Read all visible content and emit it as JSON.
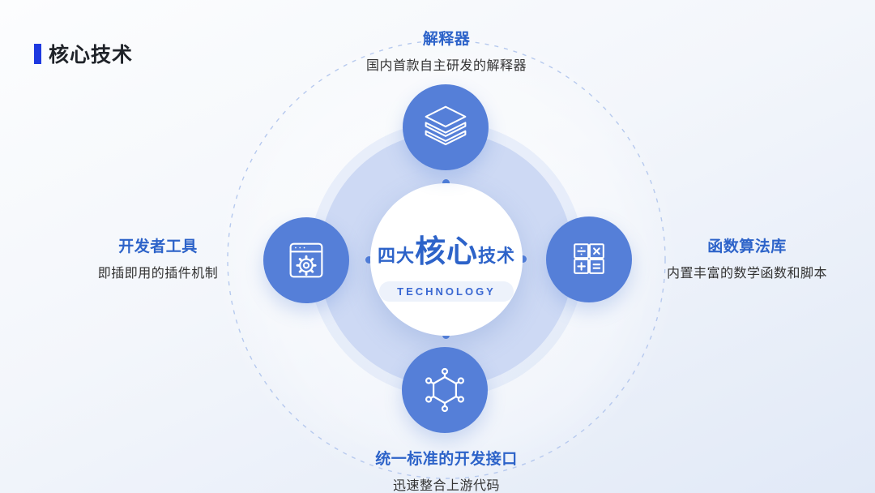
{
  "header": {
    "title": "核心技术"
  },
  "center": {
    "prefix": "四大",
    "emphasis": "核心",
    "suffix": "技术",
    "badge": "TECHNOLOGY"
  },
  "nodes": {
    "top": {
      "label": "解释器",
      "desc": "国内首款自主研发的解释器",
      "icon": "layers-icon"
    },
    "left": {
      "label": "开发者工具",
      "desc": "即插即用的插件机制",
      "icon": "browser-gear-icon"
    },
    "right": {
      "label": "函数算法库",
      "desc": "内置丰富的数学函数和脚本",
      "icon": "calculator-icon"
    },
    "bottom": {
      "label": "统一标准的开发接口",
      "desc": "迅速整合上游代码",
      "icon": "molecule-icon"
    }
  },
  "colors": {
    "accent_blue": "#2d63c9",
    "node_circle": "#557fd8",
    "title_bar": "#1d39e0",
    "orbit_ring": "#cdd9f4",
    "dashed_stroke": "#b6c9ee",
    "text_dark": "#333333",
    "badge_bg": "#edf2fb",
    "badge_text": "#3a68d2",
    "bg_top": "#fcfdfe",
    "bg_bottom": "#e1e9f7"
  }
}
